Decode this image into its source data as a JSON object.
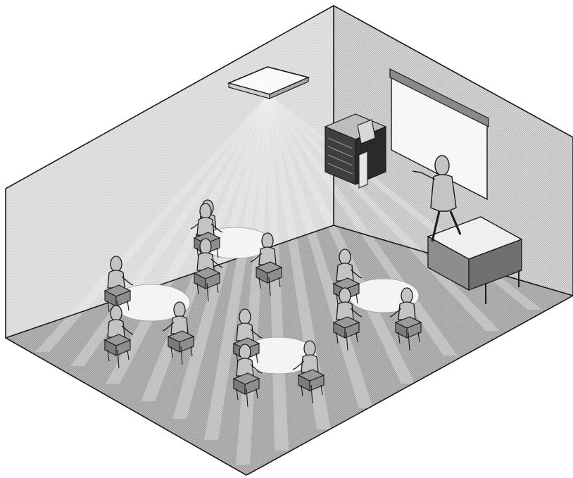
{
  "palette": {
    "background": "#ffffff",
    "wall": "#e2e2e2",
    "wall_back": "#d8d8d8",
    "floor": "#b6b6b6",
    "outline": "#1a1a1a",
    "light_ray": "#f2f2f2",
    "person": "#c4c4c4",
    "chair": "#9a9a9a",
    "table_top": "#f4f4f4",
    "screen": "#f7f7f7",
    "equipment": "#3a3a3a"
  },
  "objects": {
    "ceiling_light": "ceiling-light-panel",
    "projection_screen": "projection-screen",
    "av_cabinet": "av-equipment-rack",
    "teacher": "standing-presenter",
    "teacher_desk": "teacher-desk",
    "student_groups": 4
  }
}
